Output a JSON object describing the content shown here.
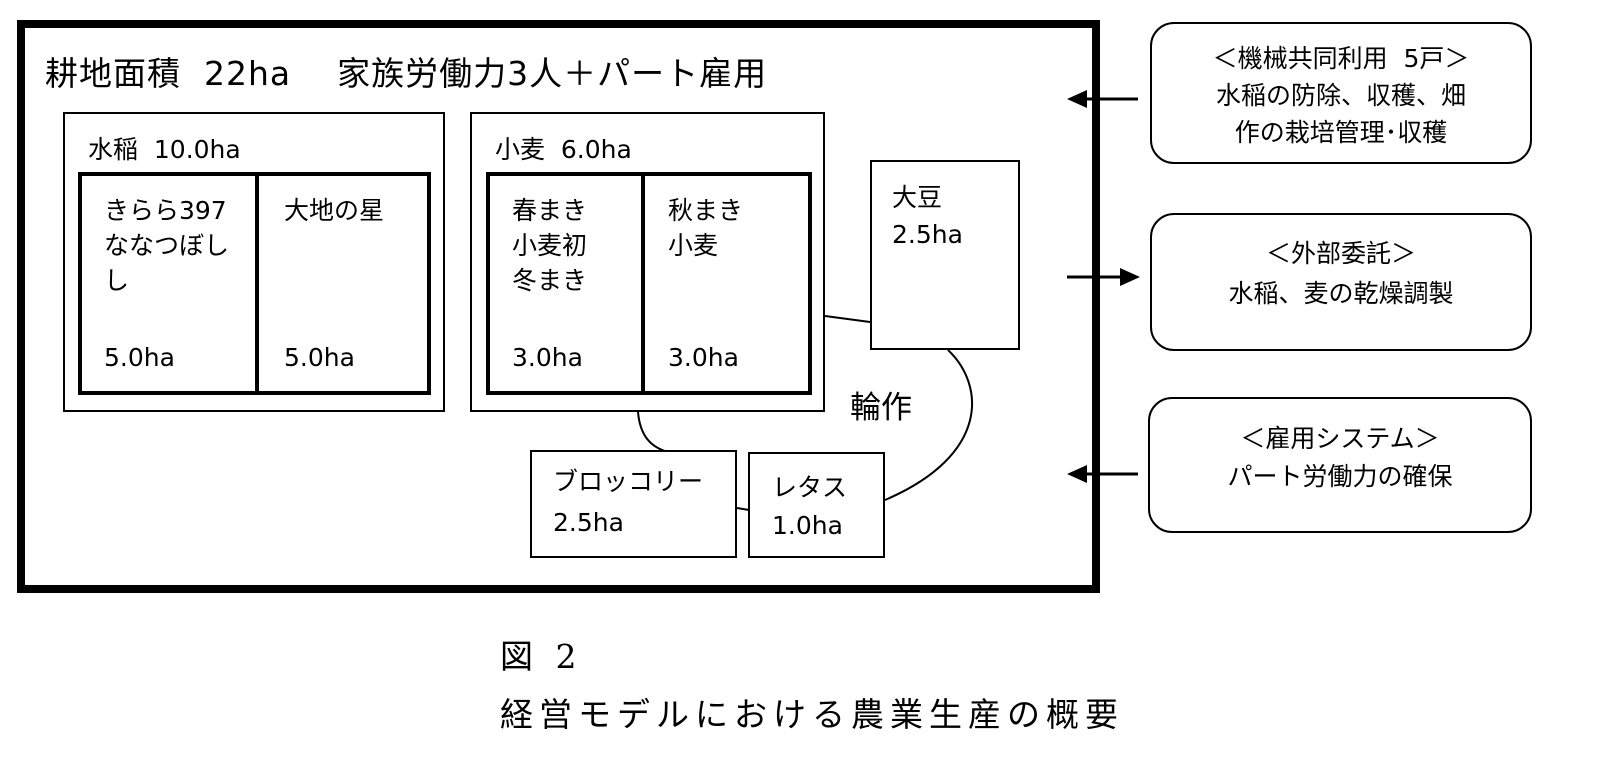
{
  "farm": {
    "title": "耕地面積  22ha    家族労働力3人＋パート雇用"
  },
  "rice": {
    "label": "水稲  10.0ha",
    "varieties": [
      {
        "name": "きらら397\nななつぼし\nし",
        "area": "5.0ha"
      },
      {
        "name": "大地の星",
        "area": "5.0ha"
      }
    ]
  },
  "wheat": {
    "label": "小麦  6.0ha",
    "types": [
      {
        "name": "春まき\n小麦初\n冬まき",
        "area": "3.0ha"
      },
      {
        "name": "秋まき\n小麦",
        "area": "3.0ha"
      }
    ]
  },
  "soybean": {
    "name": "大豆",
    "area": "2.5ha"
  },
  "broccoli": {
    "name": "ブロッコリー",
    "area": "2.5ha"
  },
  "lettuce": {
    "name": "レタス",
    "area": "1.0ha"
  },
  "rotation_label": "輪作",
  "side_boxes": [
    {
      "title": "＜機械共同利用  5戸＞",
      "body": "水稲の防除、収穫、畑\n作の栽培管理･収穫"
    },
    {
      "title": "＜外部委託＞",
      "body": "水稲、麦の乾燥調製"
    },
    {
      "title": "＜雇用システム＞",
      "body": "パート労働力の確保"
    }
  ],
  "caption": {
    "figure": "図 2",
    "title": "経営モデルにおける農業生産の概要"
  }
}
